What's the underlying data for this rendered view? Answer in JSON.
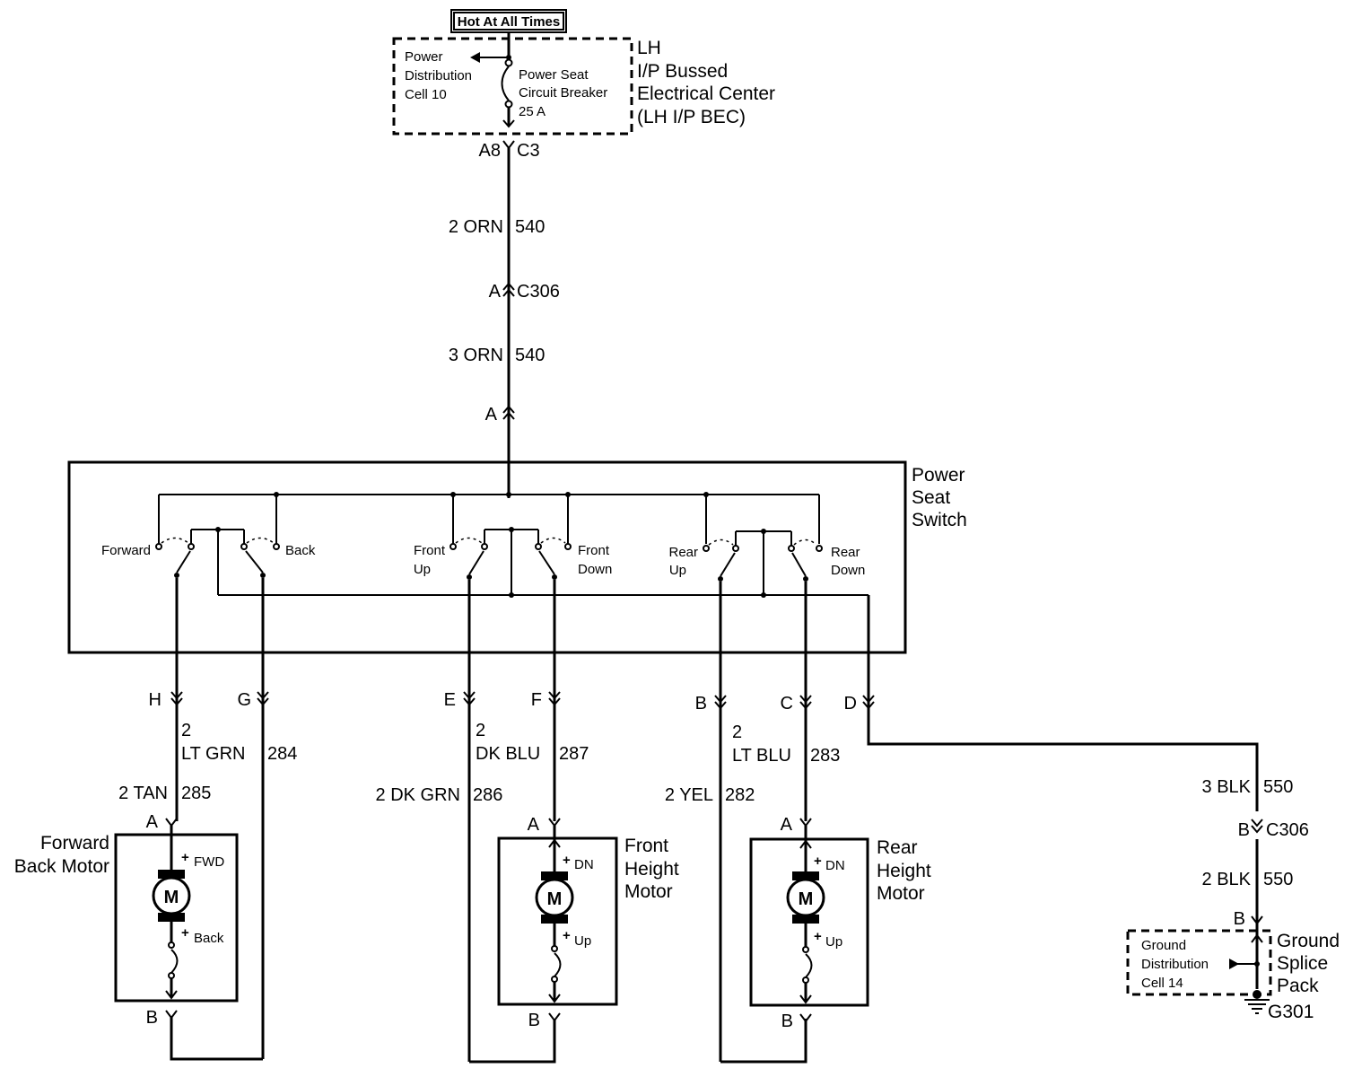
{
  "top": {
    "hot_label": "Hot At All Times",
    "pdc_text": [
      "Power",
      "Distribution",
      "Cell 10"
    ],
    "breaker_text": [
      "Power Seat",
      "Circuit Breaker",
      "25 A"
    ],
    "bec_text": [
      "LH",
      "I/P Bussed",
      "Electrical Center",
      "(LH I/P BEC)"
    ],
    "bec_pin_left": "A8",
    "bec_pin_right": "C3"
  },
  "feed": {
    "wire1_label": "2 ORN",
    "wire1_circuit": "540",
    "conn_pin": "A",
    "conn_name": "C306",
    "wire2_label": "3 ORN",
    "wire2_circuit": "540",
    "switch_pin": "A"
  },
  "switch": {
    "title": [
      "Power",
      "Seat",
      "Switch"
    ],
    "contacts": {
      "forward": "Forward",
      "back": "Back",
      "front_up": [
        "Front",
        "Up"
      ],
      "front_down": [
        "Front",
        "Down"
      ],
      "rear_up": [
        "Rear",
        "Up"
      ],
      "rear_down": [
        "Rear",
        "Down"
      ]
    },
    "pins": [
      "H",
      "G",
      "E",
      "F",
      "B",
      "C",
      "D"
    ]
  },
  "wires": {
    "hg_size": "2",
    "hg_color": "LT GRN",
    "hg_circuit": "284",
    "h_label": "2 TAN",
    "h_circuit": "285",
    "ef_size": "2",
    "ef_color": "DK BLU",
    "ef_circuit": "287",
    "e_label": "2 DK GRN",
    "e_circuit": "286",
    "bc_size": "2",
    "bc_color": "LT BLU",
    "bc_circuit": "283",
    "b_label": "2 YEL",
    "b_circuit": "282"
  },
  "motors": [
    {
      "title": [
        "Forward",
        "Back Motor"
      ],
      "top_pin": "A",
      "bottom_pin": "B",
      "symbol": "M",
      "top_term": "FWD",
      "bottom_term": "Back"
    },
    {
      "title": [
        "Front",
        "Height",
        "Motor"
      ],
      "top_pin": "A",
      "bottom_pin": "B",
      "symbol": "M",
      "top_term": "DN",
      "bottom_term": "Up"
    },
    {
      "title": [
        "Rear",
        "Height",
        "Motor"
      ],
      "top_pin": "A",
      "bottom_pin": "B",
      "symbol": "M",
      "top_term": "DN",
      "bottom_term": "Up"
    }
  ],
  "plus_sign": "+",
  "ground": {
    "wire1_label": "3 BLK",
    "wire1_circuit": "550",
    "conn_pin": "B",
    "conn_name": "C306",
    "wire2_label": "2 BLK",
    "wire2_circuit": "550",
    "pack_pin": "B",
    "gdc_text": [
      "Ground",
      "Distribution",
      "Cell 14"
    ],
    "pack_title": [
      "Ground",
      "Splice",
      "Pack"
    ],
    "ground_name": "G301"
  }
}
